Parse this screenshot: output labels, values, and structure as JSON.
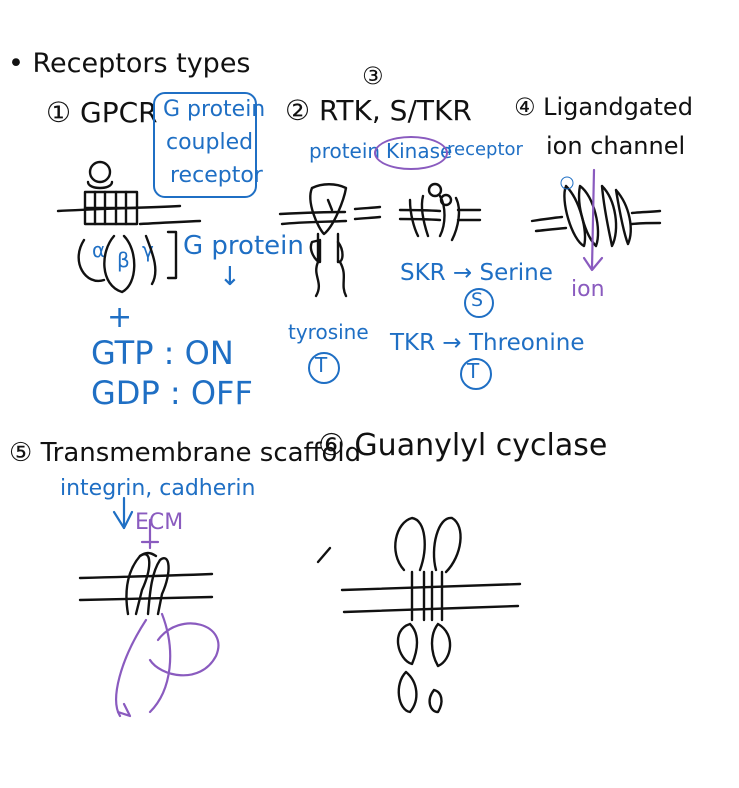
{
  "title": "• Receptors types",
  "section_three_marker": "③",
  "gpcr": {
    "label": "① GPCR",
    "note": [
      "G protein",
      "coupled",
      "receptor"
    ],
    "subunits": [
      "α",
      "β",
      "γ"
    ],
    "gprotein_label": "G protein",
    "arrow": "↓",
    "plus": "+",
    "gtp": "GTP : ON",
    "gdp": "GDP : OFF"
  },
  "rtk": {
    "label": "② RTK, S/TKR",
    "sub": "protein",
    "kinase": "Kinase",
    "receptor": "receptor",
    "tyrosine": "tyrosine",
    "tyrosine_circle": "T",
    "skr": "SKR → Serine",
    "skr_circle": "S",
    "tkr": "TKR → Threonine",
    "tkr_circle": "T"
  },
  "ion": {
    "label": "④ Ligandgated",
    "label2": "ion channel",
    "ion_word": "ion"
  },
  "scaffold": {
    "label": "⑤ Transmembrane scaffold",
    "examples": "integrin, cadherin",
    "ecm": "ECM"
  },
  "cyclase": {
    "label": "⑥ Guanylyl cyclase"
  },
  "colors": {
    "ink": "#111111",
    "blue": "#1f6fc4",
    "purple": "#8a5bbf"
  }
}
